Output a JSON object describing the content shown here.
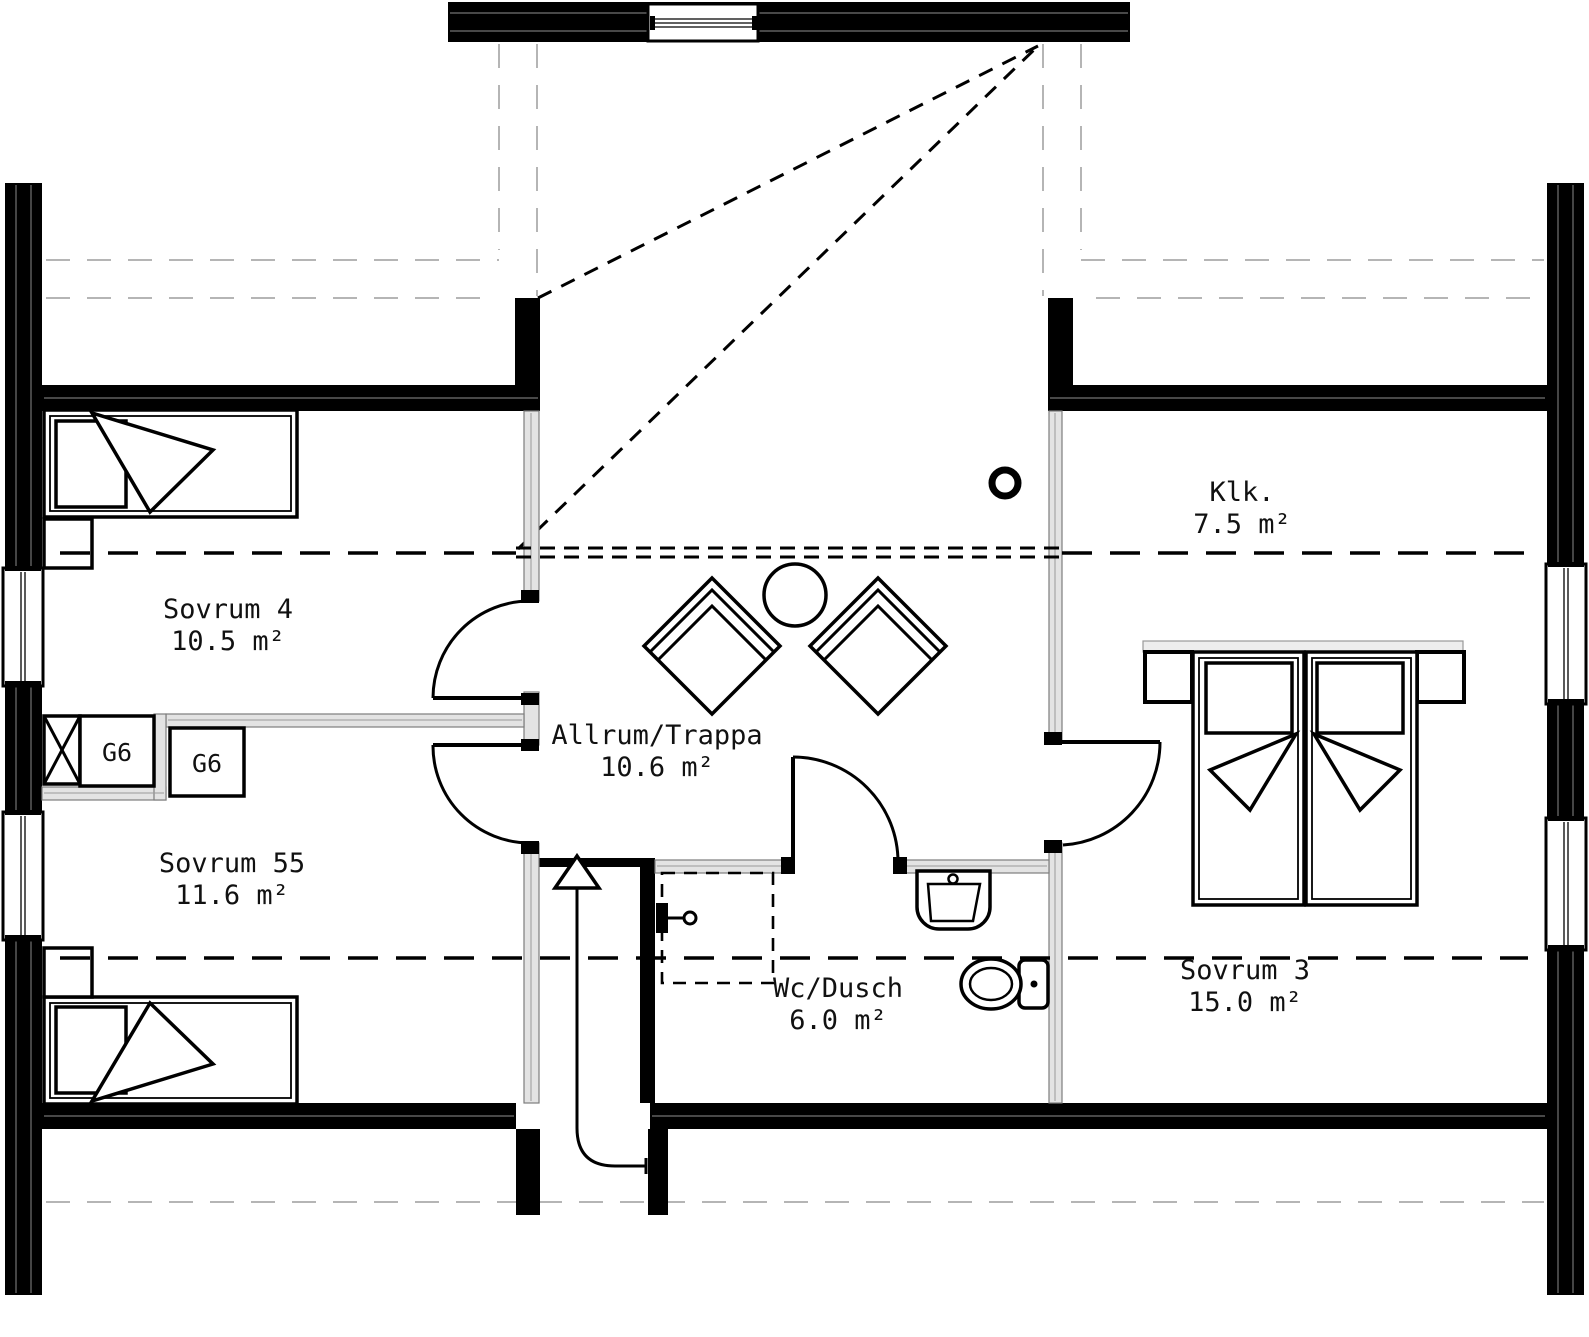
{
  "plan": {
    "type": "floor-plan",
    "language": "Swedish",
    "colors": {
      "wall": "#000000",
      "partition_fill": "#e3e3e3",
      "partition_edge": "#7d7d7d",
      "roofline_dash": "#b5b5b5",
      "text": "#111111",
      "background": "#ffffff"
    },
    "rooms": [
      {
        "name": "Sovrum 4",
        "area": "10.5 m²"
      },
      {
        "name": "Sovrum 55",
        "area": "11.6 m²"
      },
      {
        "name": "Allrum/Trappa",
        "area": "10.6 m²"
      },
      {
        "name": "Wc/Dusch",
        "area": "6.0 m²"
      },
      {
        "name": "Klk.",
        "area": "7.5 m²"
      },
      {
        "name": "Sovrum 3",
        "area": "15.0 m²"
      }
    ],
    "wardrobes": [
      {
        "label": "G6"
      },
      {
        "label": "G6"
      }
    ]
  }
}
